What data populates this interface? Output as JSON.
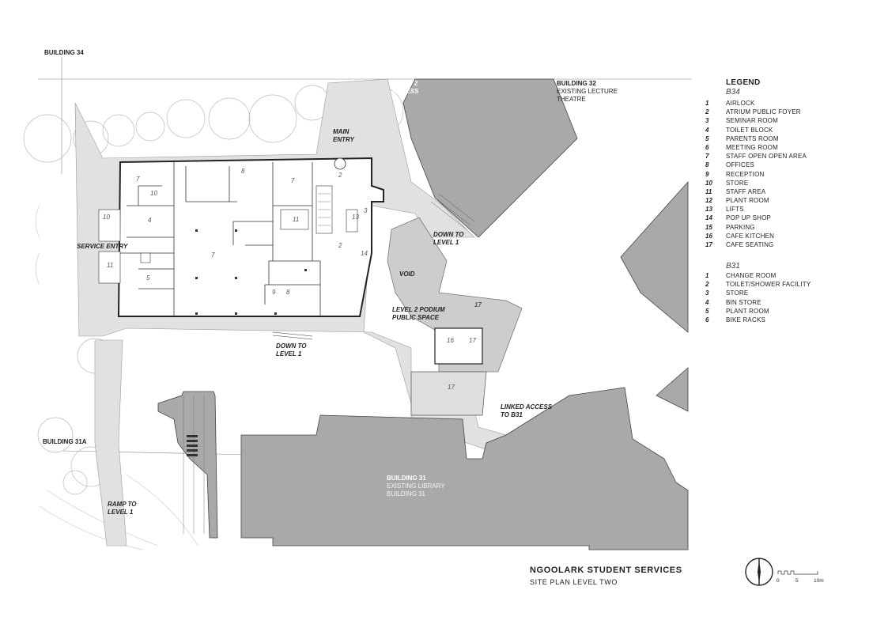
{
  "plan_labels": {
    "building_34": "BUILDING 34",
    "building_32": "BUILDING 32",
    "building_32_desc": "EXISTING LECTURE THEATRE",
    "level_2_access": "LEVEL 2 ACCESS",
    "main_entry": "MAIN ENTRY",
    "service_entry": "SERVICE ENTRY",
    "down_to_level_1_east": "DOWN TO LEVEL 1",
    "down_to_level_1_south": "DOWN TO LEVEL 1",
    "void": "VOID",
    "level_2_podium": "LEVEL 2 PODIUM PUBLIC SPACE",
    "linked_access": "LINKED ACCESS TO B31",
    "building_31a": "BUILDING 31A",
    "building_31": "BUILDING 31",
    "building_31_desc": "EXISTING LIBRARY BUILDING 31",
    "ramp_to_level_1": "RAMP TO LEVEL 1"
  },
  "room_numbers": [
    "7",
    "8",
    "10",
    "7",
    "2",
    "11",
    "10",
    "4",
    "2",
    "11",
    "7",
    "9",
    "8",
    "17",
    "16",
    "17",
    "17",
    "5",
    "3",
    "13",
    "14"
  ],
  "legend": {
    "title": "LEGEND",
    "sections": [
      {
        "name": "B34",
        "items": [
          {
            "num": "1",
            "label": "AIRLOCK"
          },
          {
            "num": "2",
            "label": "ATRIUM PUBLIC FOYER"
          },
          {
            "num": "3",
            "label": "SEMINAR ROOM"
          },
          {
            "num": "4",
            "label": "TOILET BLOCK"
          },
          {
            "num": "5",
            "label": "PARENTS ROOM"
          },
          {
            "num": "6",
            "label": "MEETING ROOM"
          },
          {
            "num": "7",
            "label": "STAFF OPEN OPEN AREA"
          },
          {
            "num": "8",
            "label": "OFFICES"
          },
          {
            "num": "9",
            "label": "RECEPTION"
          },
          {
            "num": "10",
            "label": "STORE"
          },
          {
            "num": "11",
            "label": "STAFF AREA"
          },
          {
            "num": "12",
            "label": "PLANT ROOM"
          },
          {
            "num": "13",
            "label": "LIFTS"
          },
          {
            "num": "14",
            "label": "POP UP SHOP"
          },
          {
            "num": "15",
            "label": "PARKING"
          },
          {
            "num": "16",
            "label": "CAFE KITCHEN"
          },
          {
            "num": "17",
            "label": "CAFE SEATING"
          }
        ]
      },
      {
        "name": "B31",
        "items": [
          {
            "num": "1",
            "label": "CHANGE ROOM"
          },
          {
            "num": "2",
            "label": "TOILET/SHOWER FACILITY"
          },
          {
            "num": "3",
            "label": "STORE"
          },
          {
            "num": "4",
            "label": "BIN STORE"
          },
          {
            "num": "5",
            "label": "PLANT ROOM"
          },
          {
            "num": "6",
            "label": "BIKE RACKS"
          }
        ]
      }
    ]
  },
  "title_block": {
    "title": "NGOOLARK STUDENT SERVICES",
    "subtitle": "SITE PLAN LEVEL TWO"
  },
  "scale_bar": {
    "ticks": [
      "0",
      "5",
      "10m"
    ]
  },
  "colors": {
    "building_fill": "#a9a9a9",
    "paving": "#d9d9d9",
    "line": "#333333"
  }
}
